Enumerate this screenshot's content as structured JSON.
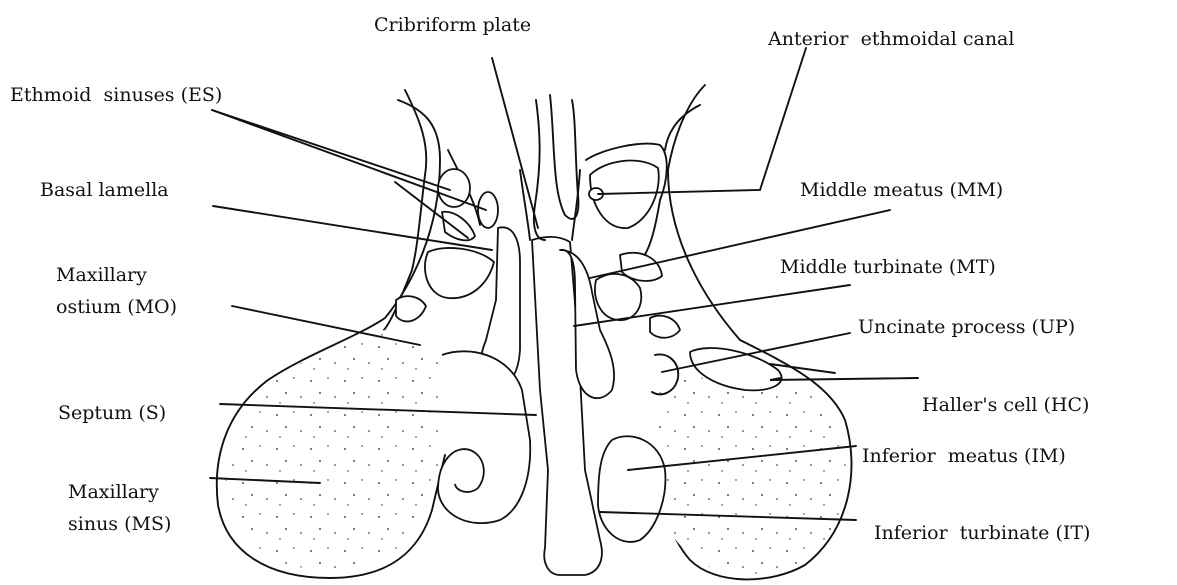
{
  "labels": {
    "cribriform_plate": "Cribriform plate",
    "anterior_ethmoidal_canal": "Anterior  ethmoidal canal",
    "ethmoid_sinuses": "Ethmoid  sinuses (ES)",
    "basal_lamella": "Basal lamella",
    "maxillary_ostium_line1": "Maxillary",
    "maxillary_ostium_line2": "ostium (MO)",
    "septum": "Septum (S)",
    "maxillary_sinus_line1": "Maxillary",
    "maxillary_sinus_line2": "sinus (MS)",
    "middle_meatus": "Middle meatus (MM)",
    "middle_turbinate": "Middle turbinate (MT)",
    "uncinate_process": "Uncinate process (UP)",
    "hallers_cell": "Haller's cell (HC)",
    "inferior_meatus": "Inferior  meatus (IM)",
    "inferior_turbinate": "Inferior  turbinate (IT)"
  }
}
